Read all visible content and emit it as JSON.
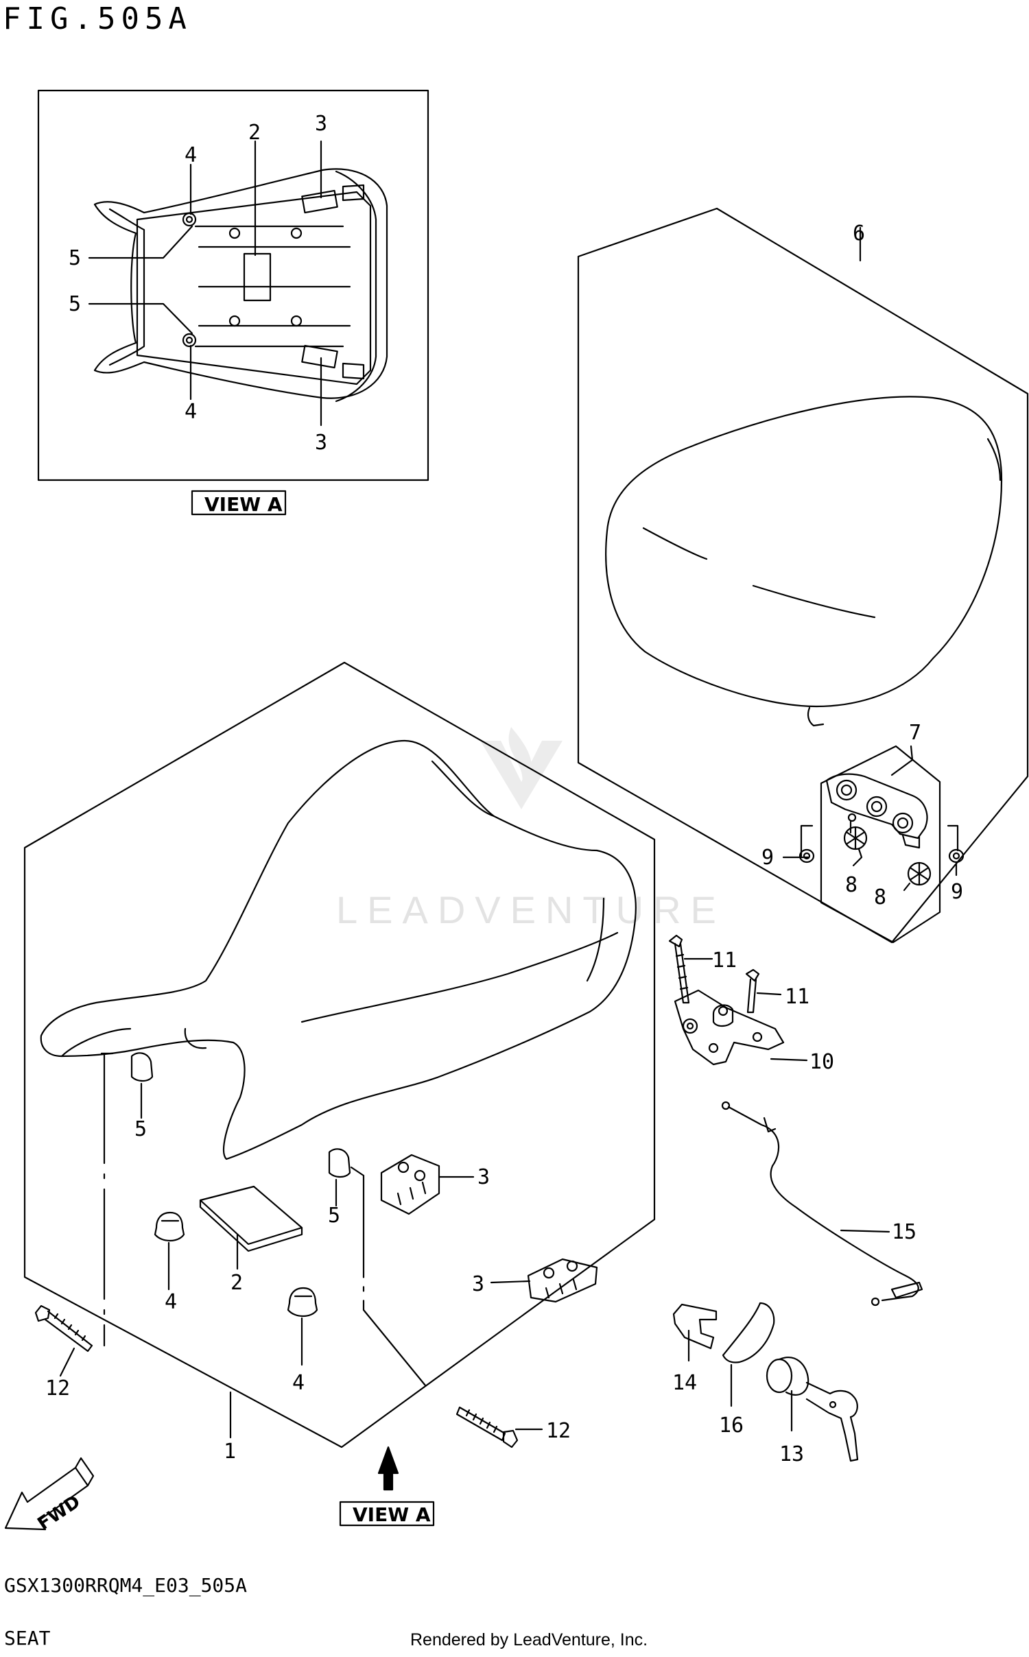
{
  "figure": {
    "title": "FIG.505A"
  },
  "callouts": [
    {
      "id": "1",
      "text": "1"
    },
    {
      "id": "2",
      "text": "2"
    },
    {
      "id": "3",
      "text": "3"
    },
    {
      "id": "4",
      "text": "4"
    },
    {
      "id": "5",
      "text": "5"
    },
    {
      "id": "6",
      "text": "6"
    },
    {
      "id": "7",
      "text": "7"
    },
    {
      "id": "8",
      "text": "8"
    },
    {
      "id": "9",
      "text": "9"
    },
    {
      "id": "10",
      "text": "10"
    },
    {
      "id": "11",
      "text": "11"
    },
    {
      "id": "12",
      "text": "12"
    },
    {
      "id": "13",
      "text": "13"
    },
    {
      "id": "14",
      "text": "14"
    },
    {
      "id": "15",
      "text": "15"
    },
    {
      "id": "16",
      "text": "16"
    }
  ],
  "view_labels": {
    "detail": "VIEW A",
    "arrow": "VIEW A"
  },
  "direction": {
    "label": "FWD"
  },
  "watermark": {
    "text": "LEADVENTURE"
  },
  "footer": {
    "code": "GSX1300RRQM4_E03_505A",
    "name": "SEAT",
    "rendered_by": "Rendered by LeadVenture, Inc."
  }
}
